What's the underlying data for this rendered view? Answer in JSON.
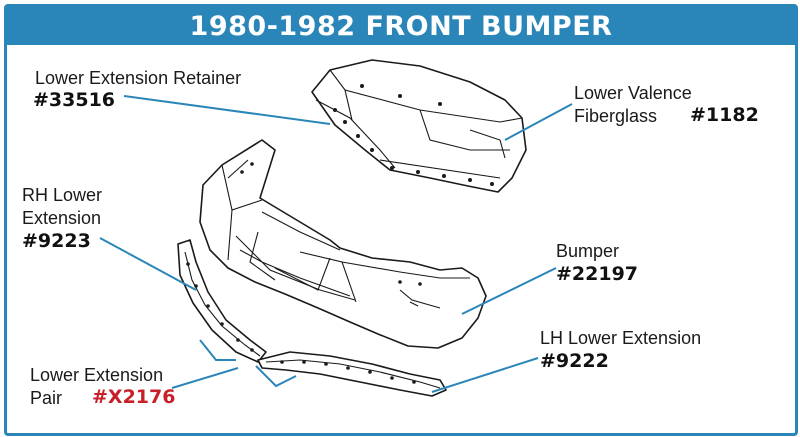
{
  "title": "1980-1982 FRONT BUMPER",
  "labels": {
    "lower_extension_retainer": {
      "name": "Lower Extension Retainer",
      "part_no": "#33516"
    },
    "lower_valence": {
      "name_line1": "Lower Valence",
      "name_line2": "Fiberglass",
      "part_no": "#1182"
    },
    "rh_lower_extension": {
      "name_line1": "RH Lower",
      "name_line2": "Extension",
      "part_no": "#9223"
    },
    "bumper": {
      "name": "Bumper",
      "part_no": "#22197"
    },
    "lh_lower_extension": {
      "name": "LH Lower Extension",
      "part_no": "#9222"
    },
    "lower_extension_pair": {
      "name_line1": "Lower Extension",
      "name_line2": "Pair",
      "part_no": "#X2176"
    }
  },
  "colors": {
    "accent": "#2a86b8",
    "highlight_part_no": "#c8202a",
    "text": "#1a1a1a"
  }
}
